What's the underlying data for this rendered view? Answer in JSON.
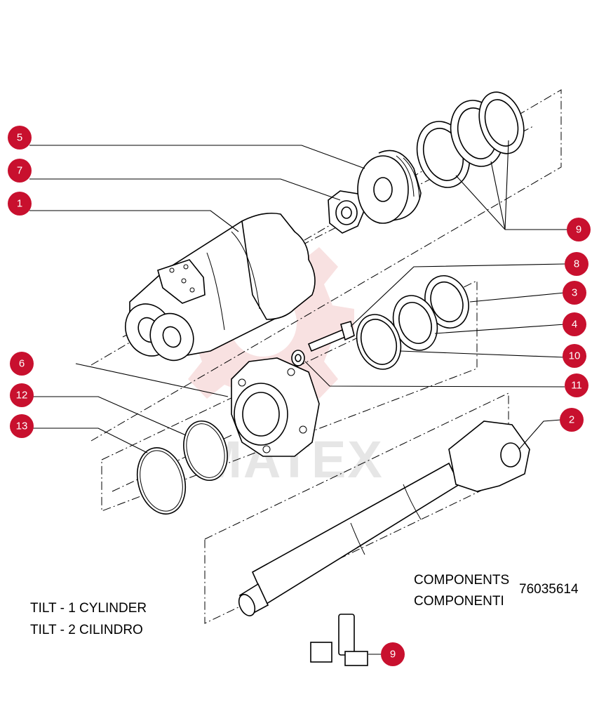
{
  "diagram": {
    "watermark": "MATEX",
    "captions": {
      "title_en": "TILT - 1 CYLINDER",
      "title_it": "TILT - 2 CILINDRO",
      "components_en": "COMPONENTS",
      "components_it": "COMPONENTI",
      "part_number": "76035614"
    },
    "callouts": [
      "1",
      "2",
      "3",
      "4",
      "5",
      "6",
      "7",
      "8",
      "9",
      "10",
      "11",
      "12",
      "13",
      "9"
    ],
    "colors": {
      "callout": "#c8102e",
      "watermark": "#f3c9c9",
      "ink": "#000000"
    }
  }
}
